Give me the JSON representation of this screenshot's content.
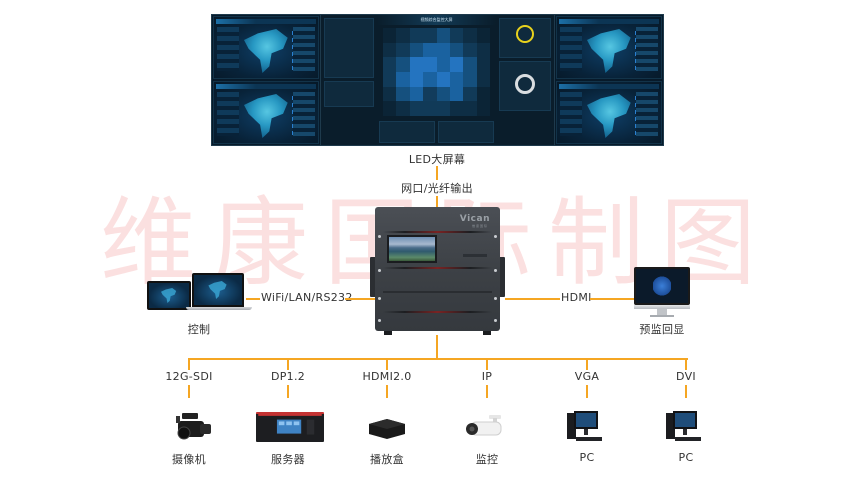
{
  "watermark": "维康国际制图",
  "led_wall": {
    "label": "LED大屏幕",
    "title": "视频综合监控大屏"
  },
  "output_link": {
    "label": "网口/光纤输出"
  },
  "processor": {
    "brand": "Vican",
    "brand_sub": "维康国际"
  },
  "control": {
    "label": "控制",
    "link_label": "WiFi/LAN/RS232"
  },
  "preview": {
    "label": "预监回显",
    "link_label": "HDMI"
  },
  "inputs": [
    {
      "interface": "12G-SDI",
      "device": "摄像机",
      "icon": "video-camera-icon"
    },
    {
      "interface": "DP1.2",
      "device": "服务器",
      "icon": "server-icon"
    },
    {
      "interface": "HDMI2.0",
      "device": "播放盒",
      "icon": "media-box-icon"
    },
    {
      "interface": "IP",
      "device": "监控",
      "icon": "cctv-camera-icon"
    },
    {
      "interface": "VGA",
      "device": "PC",
      "icon": "desktop-pc-icon"
    },
    {
      "interface": "DVI",
      "device": "PC",
      "icon": "desktop-pc-icon"
    }
  ],
  "colors": {
    "connector": "#f5a623",
    "watermark": "#e83c3c",
    "led_bg": "#071a2a"
  }
}
